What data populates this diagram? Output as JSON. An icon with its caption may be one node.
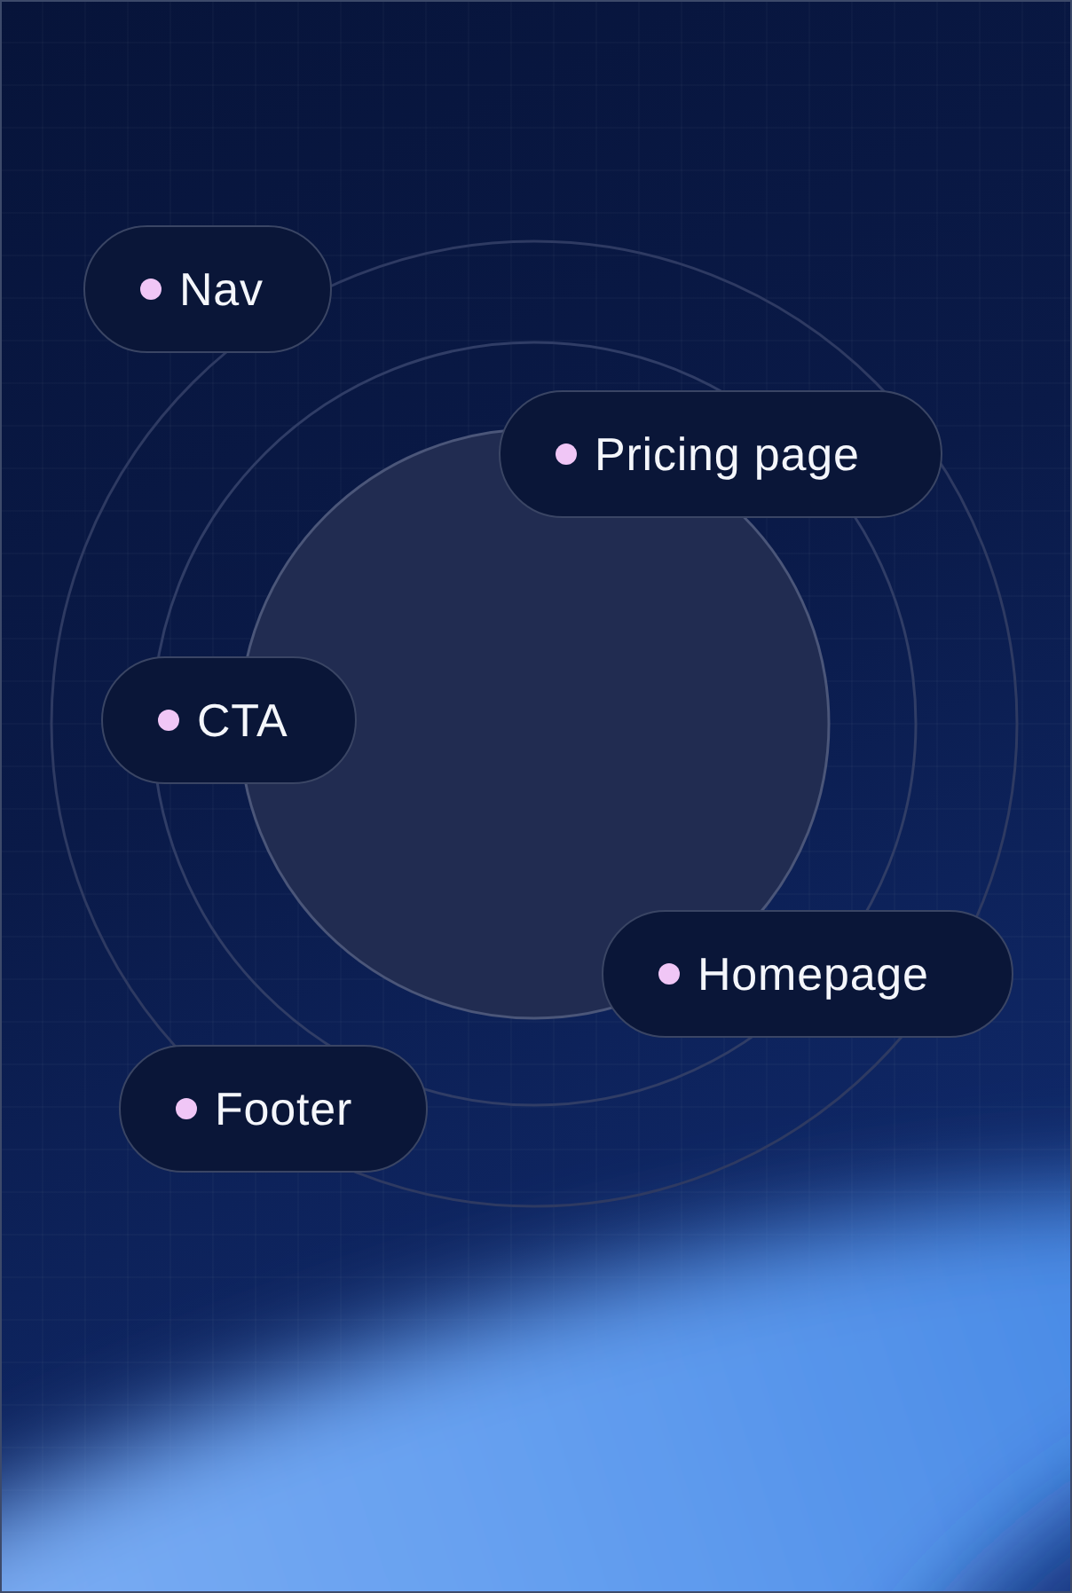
{
  "diagram": {
    "nodes": [
      {
        "text": [
          "Nav"
        ]
      },
      {
        "text": [
          "Pricing page"
        ]
      },
      {
        "text": [
          "CTA"
        ]
      },
      {
        "text": [
          "Homepage"
        ]
      },
      {
        "text": [
          "Footer"
        ]
      }
    ]
  }
}
